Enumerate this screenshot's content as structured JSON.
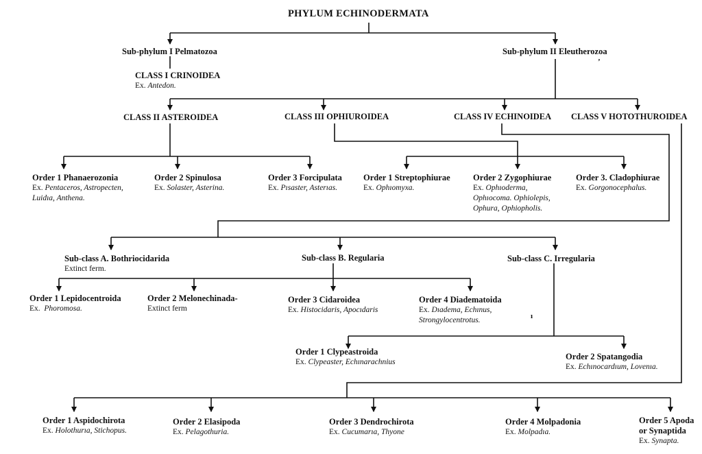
{
  "phylum": "PHYLUM  ECHINODERMATA",
  "subphyla": [
    "Sub-phylum I Pelmatozoa",
    "Sub-phylum II Eleutherozoa"
  ],
  "marks": [
    "’",
    "ı"
  ],
  "ex_label": "Ex.",
  "crinoidea": {
    "title": "CLASS I CRINOIDEA",
    "ex": "Antedon."
  },
  "classes": [
    "CLASS II ASTEROIDEA",
    "CLASS III OPHIUROIDEA",
    "CLASS IV ECHINOIDEA",
    "CLASS V HOTOTHUROIDEA"
  ],
  "asteroidea": [
    {
      "title": "Order 1 Phanaerozonia",
      "ex": [
        "Pentaceros, Astropecten,",
        "Luidıa, Anthena."
      ]
    },
    {
      "title": "Order 2 Spinulosa",
      "ex": [
        "Solaster, Asterina."
      ]
    },
    {
      "title": "Order 3 Forcipulata",
      "ex": [
        "Pısaster, Asterıas."
      ]
    }
  ],
  "ophiuroidea": [
    {
      "title": "Order 1 Streptophiurae",
      "ex": [
        "Ophıomyxa."
      ]
    },
    {
      "title": "Order 2 Zygophiurae",
      "ex": [
        "Ophıoderma,",
        "Ophıocoma. Ophiolepis,",
        "Ophura, Ophiopholis."
      ]
    },
    {
      "title": "Order 3. Cladophiurae",
      "ex": [
        "Gorgonocephalus."
      ]
    }
  ],
  "echinoidea": [
    {
      "title": "Sub-class A. Bothriocidarida",
      "note": "Extinct ferm."
    },
    {
      "title": "Sub-class B. Regularia"
    },
    {
      "title": "Sub-class C. Irregularia"
    }
  ],
  "echinoid_orders": [
    {
      "title": "Order 1 Lepidocentroida",
      "ex": [
        "Phoromosa."
      ]
    },
    {
      "title": "Order 2 Melonechinada-",
      "note": "Extinct ferm"
    },
    {
      "title": "Order 3 Cidaroidea",
      "ex": [
        "Histocidaris, Apocıdaris"
      ]
    },
    {
      "title": "Order 4 Diadematoida",
      "ex": [
        "Dıadema, Echınus,",
        "Strongylocentrotus."
      ]
    }
  ],
  "irregularia": [
    {
      "title": "Order 1 Clypeastroida",
      "ex": [
        "Clypeaster, Echınarachnius"
      ]
    },
    {
      "title": "Order 2 Spatangodia",
      "ex": [
        "Echınocardıum, Lovenıa."
      ]
    }
  ],
  "holothuroidea": [
    {
      "title": "Order 1 Aspidochirota",
      "ex": [
        "Holothurıa, Stichopus."
      ]
    },
    {
      "title": "Order 2 Elasipoda",
      "ex": [
        "Pelagothuria."
      ]
    },
    {
      "title": "Order 3 Dendrochirota",
      "ex": [
        "Cucumarıa, Thyone"
      ]
    },
    {
      "title": "Order 4 Molpadonia",
      "ex": [
        "Molpadıa."
      ]
    },
    {
      "title": "Order 5 Apoda",
      "title2": "or Synaptida",
      "ex": [
        "Synapta."
      ]
    }
  ]
}
